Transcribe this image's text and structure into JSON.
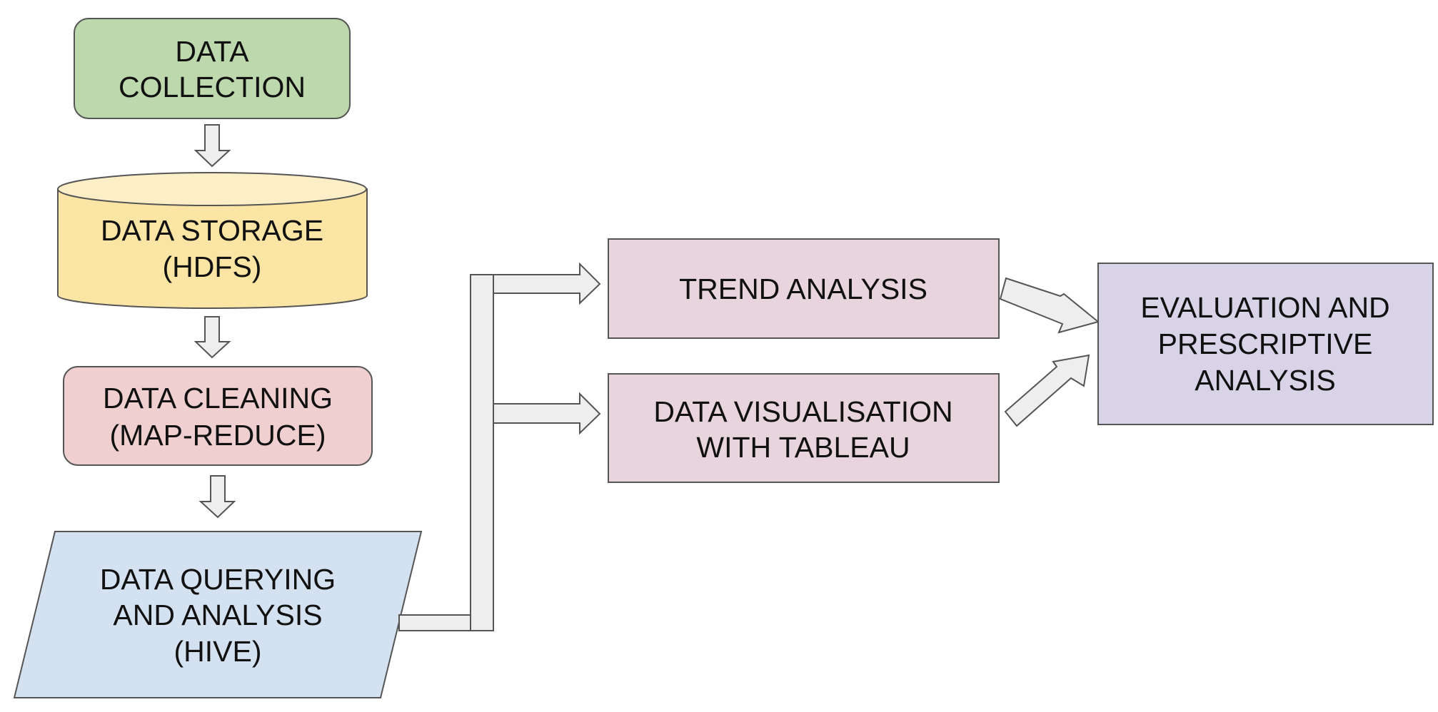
{
  "diagram": {
    "nodes": {
      "collection": {
        "lines": [
          "DATA",
          "COLLECTION"
        ],
        "color": "#bcd8ac"
      },
      "storage": {
        "lines": [
          "DATA STORAGE",
          "(HDFS)"
        ],
        "color": "#fbe5a4"
      },
      "cleaning": {
        "lines": [
          "DATA CLEANING",
          "(MAP-REDUCE)"
        ],
        "color": "#efcfcf"
      },
      "querying": {
        "lines": [
          "DATA QUERYING",
          "AND ANALYSIS",
          "(HIVE)"
        ],
        "color": "#d4e1f0"
      },
      "trend": {
        "lines": [
          "TREND ANALYSIS"
        ],
        "color": "#e8d4dd"
      },
      "visualisation": {
        "lines": [
          "DATA VISUALISATION",
          "WITH TABLEAU"
        ],
        "color": "#e8d4dd"
      },
      "evaluation": {
        "lines": [
          "EVALUATION AND",
          "PRESCRIPTIVE",
          "ANALYSIS"
        ],
        "color": "#d9d3e7"
      }
    },
    "edges": [
      {
        "from": "collection",
        "to": "storage"
      },
      {
        "from": "storage",
        "to": "cleaning"
      },
      {
        "from": "cleaning",
        "to": "querying"
      },
      {
        "from": "querying",
        "to": "trend"
      },
      {
        "from": "querying",
        "to": "visualisation"
      },
      {
        "from": "trend",
        "to": "evaluation"
      },
      {
        "from": "visualisation",
        "to": "evaluation"
      }
    ]
  }
}
